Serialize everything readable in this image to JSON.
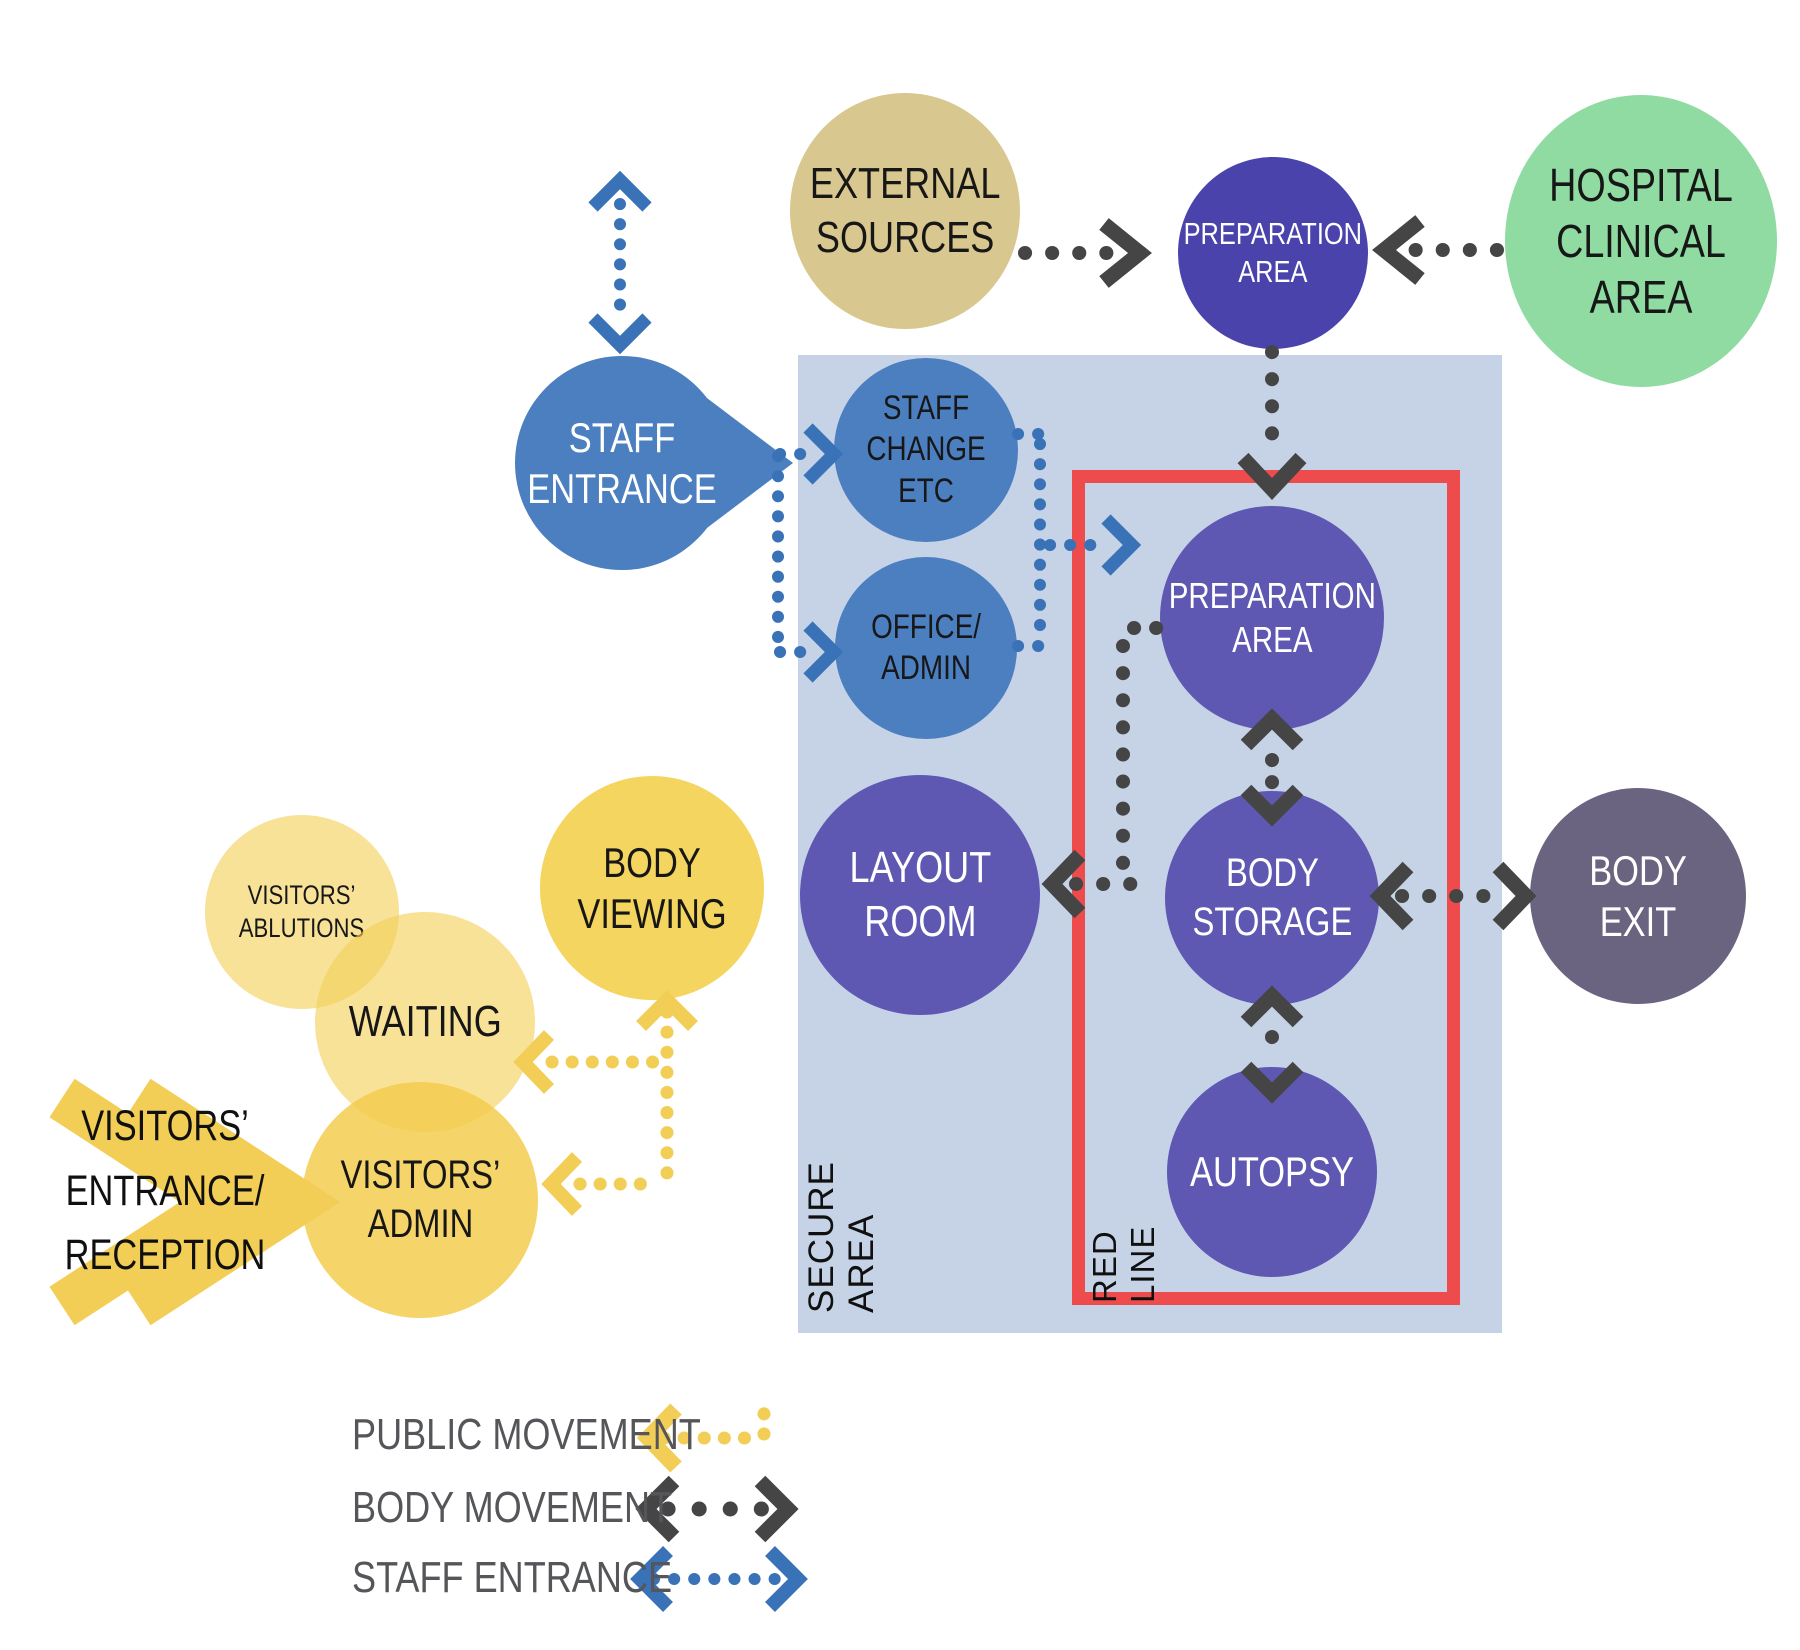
{
  "nodes": {
    "external_sources": {
      "label": "EXTERNAL\nSOURCES"
    },
    "prep_top": {
      "label": "PREPARATION\nAREA"
    },
    "hospital": {
      "label": "HOSPITAL\nCLINICAL AREA"
    },
    "staff_entrance": {
      "label": "STAFF\nENTRANCE"
    },
    "staff_change": {
      "label": "STAFF\nCHANGE ETC"
    },
    "office_admin": {
      "label": "OFFICE/\nADMIN"
    },
    "prep_inner": {
      "label": "PREPARATION\nAREA"
    },
    "body_storage": {
      "label": "BODY\nSTORAGE"
    },
    "autopsy": {
      "label": "AUTOPSY"
    },
    "layout_room": {
      "label": "LAYOUT\nROOM"
    },
    "body_exit": {
      "label": "BODY EXIT"
    },
    "body_viewing": {
      "label": "BODY\nVIEWING"
    },
    "visitors_ablutions": {
      "label": "VISITORS’\nABLUTIONS"
    },
    "waiting": {
      "label": "WAITING"
    },
    "visitors_admin": {
      "label": "VISITORS’\nADMIN"
    },
    "visitors_entrance": {
      "label": "VISITORS’\nENTRANCE/\nRECEPTION"
    }
  },
  "areas": {
    "secure": {
      "label": "SECURE AREA"
    },
    "red_line": {
      "label": "RED LINE"
    }
  },
  "legend": {
    "items": [
      {
        "id": "public",
        "label": "PUBLIC MOVEMENT"
      },
      {
        "id": "body",
        "label": "BODY MOVEMENT"
      },
      {
        "id": "staff",
        "label": "STAFF ENTRANCE"
      }
    ]
  },
  "colors": {
    "tan": "#d8c78f",
    "green": "#8fdba2",
    "indigo": "#4a43ab",
    "purple": "#5f58b2",
    "staff_blue": "#4b7fc0",
    "arrow_blue": "#3a72b8",
    "slate": "#6a6480",
    "secure_bg": "#c6d3e7",
    "red_line": "#ee4c4c",
    "yellow": "#f4d55f",
    "yellow_light": "rgba(243,208,88,0.62)",
    "yellow_admin": "rgba(243,205,80,0.85)",
    "yellow_arrow": "#f2ce57",
    "arrow_dark": "#454545",
    "legend_text": "#55565a",
    "text_dark": "#171717"
  }
}
